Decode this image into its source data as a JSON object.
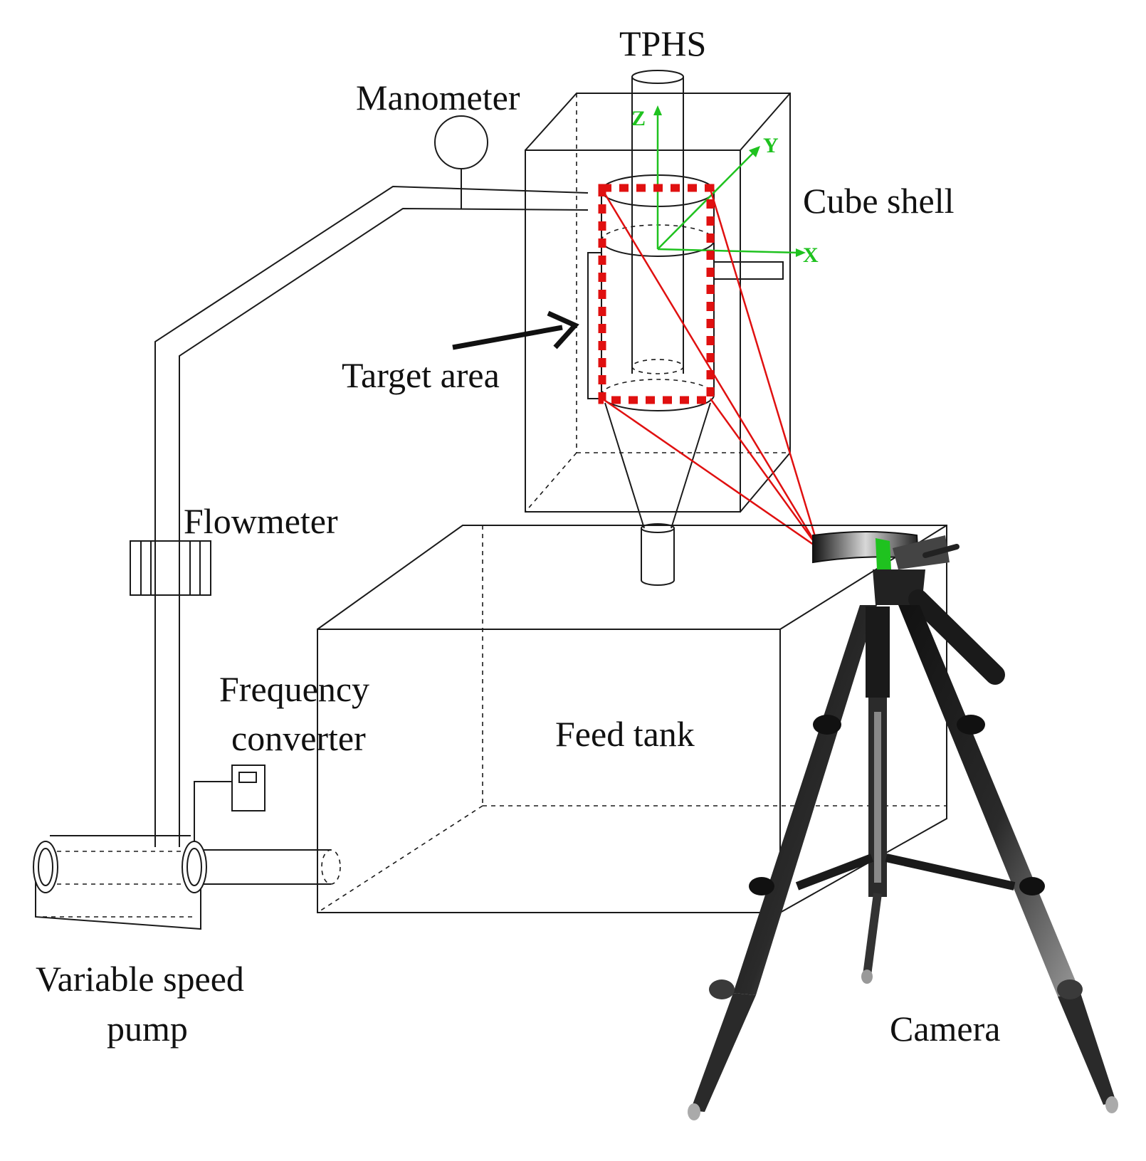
{
  "labels": {
    "tphs": "TPHS",
    "manometer": "Manometer",
    "cube_shell": "Cube  shell",
    "target_area": "Target  area",
    "flowmeter": "Flowmeter",
    "frequency_converter_line1": "Frequency",
    "frequency_converter_line2": "converter",
    "feed_tank": "Feed tank",
    "pump_line1": "Variable   speed",
    "pump_line2": "pump",
    "camera": "Camera"
  },
  "axes": {
    "x": "X",
    "y": "Y",
    "z": "Z"
  },
  "colors": {
    "line": "#1a1a1a",
    "target_area": "#e01010",
    "axes": "#1fc21f",
    "camera_body": "#333333"
  }
}
